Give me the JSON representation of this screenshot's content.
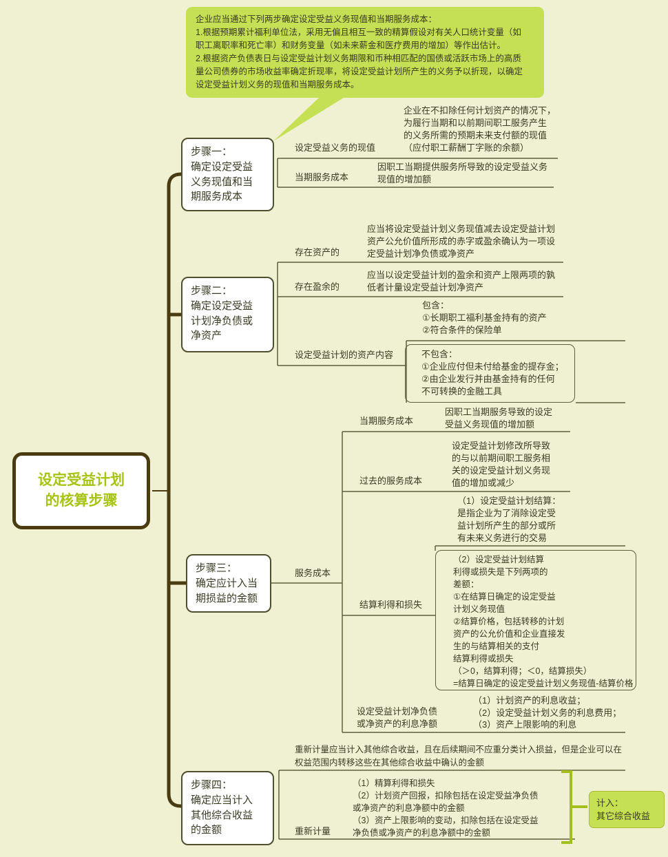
{
  "colors": {
    "background": "#f0f0d2",
    "note_green": "#c5e054",
    "title_green": "#a6c411",
    "line_olive": "#5f5f3d",
    "spine_brown": "#4a3c10",
    "bracket_green": "#a2bf1c",
    "text_dark": "#3b3b25"
  },
  "note": {
    "text": "企业应当通过下列两步确定设定受益义务现值和当期服务成本：\n1.根据预期累计福利单位法，采用无偏且相互一致的精算假设对有关人口统计变量（如\n职工离职率和死亡率）和财务变量（如未来薪金和医疗费用的增加）等作出估计。\n2.根据资产负债表日与设定受益计划义务期限和币种相匹配的国债或活跃市场上的高质\n量公司债券的市场收益率确定折现率，将设定受益计划所产生的义务予以折现，以确定\n设定受益计划义务的现值和当期服务成本。"
  },
  "main_node": {
    "title": "设定受益计划\n的核算步骤"
  },
  "steps": [
    {
      "box": "步骤一：\n确定设定受益\n义务现值和当\n期服务成本",
      "children": [
        {
          "label": "设定受益义务的现值",
          "desc": "企业在不扣除任何计划资产的情况下，\n为履行当期和以前期间职工服务产生\n的义务所需的预期未来支付额的现值\n（应付职工薪酬丁字账的余额）"
        },
        {
          "label": "当期服务成本",
          "desc": "因职工当期提供服务所导致的设定受益义务\n现值的增加额"
        }
      ]
    },
    {
      "box": "步骤二：\n确定设定受益\n计划净负债或\n净资产",
      "children": [
        {
          "label": "存在资产的",
          "desc": "应当将设定受益计划义务现值减去设定受益计划\n资产公允价值所形成的赤字或盈余确认为一项设\n定受益计划净负债或净资产"
        },
        {
          "label": "存在盈余的",
          "desc": "应当以设定受益计划的盈余和资产上限两项的孰\n低者计量设定受益计划净资产"
        },
        {
          "label": "设定受益计划的资产内容",
          "children": [
            {
              "desc": "包含：\n①长期职工福利基金持有的资产\n②符合条件的保险单"
            },
            {
              "desc": "不包含：\n①企业应付但未付给基金的提存金；\n②由企业发行并由基金持有的任何\n不可转换的金融工具"
            }
          ]
        }
      ]
    },
    {
      "box": "步骤三：\n确定应计入当\n期损益的金额",
      "children": [
        {
          "label": "服务成本",
          "children": [
            {
              "label": "当期服务成本",
              "desc": "因职工当期服务导致的设定\n受益义务现值的增加额"
            },
            {
              "label": "过去的服务成本",
              "desc": "设定受益计划修改所导致\n的与以前期间职工服务相\n关的设定受益计划义务现\n值的增加或减少"
            },
            {
              "label": "结算利得和损失",
              "children": [
                {
                  "desc": "（1）设定受益计划结算：\n是指企业为了消除设定受\n益计划所产生的部分或所\n有未来义务进行的交易"
                },
                {
                  "desc": "（2）设定受益计划结算\n利得或损失是下列两项的\n差额：\n①在结算日确定的设定受益\n计划义务现值\n②结算价格，包括转移的计划\n资产的公允价值和企业直接发\n生的与结算相关的支付\n结算利得或损失\n（＞0，结算利得；＜0，结算损失）\n=结算日确定的设定受益计划义务现值-结算价格"
                }
              ]
            },
            {
              "label": "设定受益计划净负债\n或净资产的利息净额",
              "desc": "（1）计划资产的利息收益；\n（2）设定受益计划义务的利息费用；\n（3）资产上限影响的利息"
            }
          ]
        }
      ]
    },
    {
      "box": "步骤四：\n确定应当计入\n其他综合收益\n的金额",
      "children": [
        {
          "desc": "重新计量应当计入其他综合收益，且在后续期间不应重分类计入损益，但是企业可以在\n权益范围内转移这些在其他综合收益中确认的金额"
        },
        {
          "label": "重新计量",
          "desc": "（1）精算利得和损失\n（2）计划资产回报，扣除包括在设定受益净负债\n或净资产的利息净额中的金额\n（3）资产上限影响的变动，扣除包括在设定受益\n净负债或净资产的利息净额中的金额"
        }
      ],
      "annotation": {
        "text": "计入：\n其它综合收益"
      }
    }
  ]
}
